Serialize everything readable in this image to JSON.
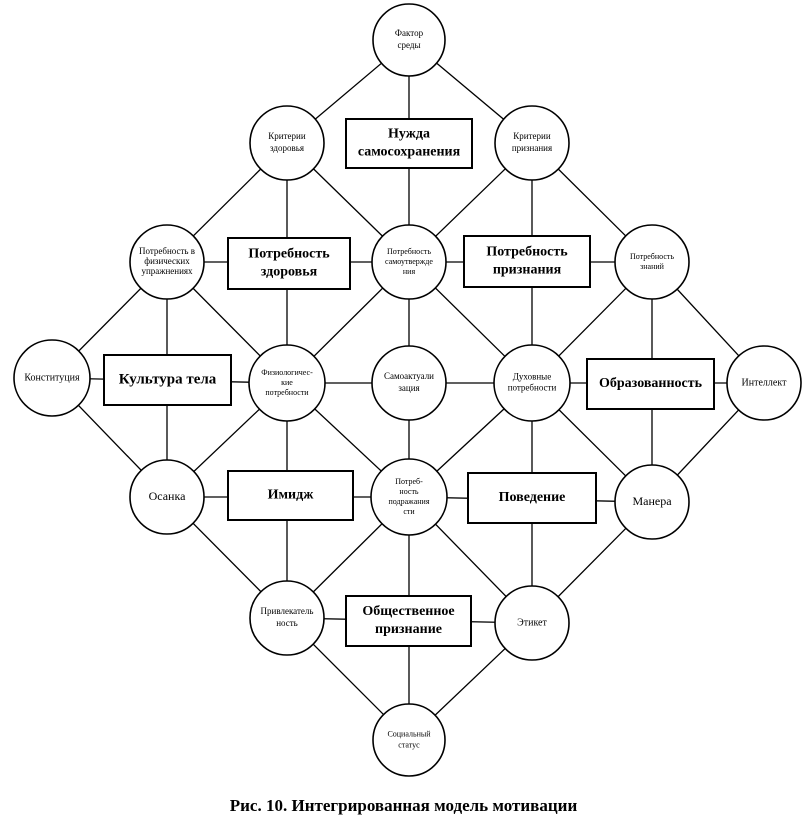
{
  "diagram": {
    "circles": [
      {
        "id": "factor",
        "lines": [
          "Фактор",
          "среды"
        ]
      },
      {
        "id": "health-criteria",
        "lines": [
          "Критерии",
          "здоровья"
        ]
      },
      {
        "id": "recognition-criteria",
        "lines": [
          "Критерии",
          "признания"
        ]
      },
      {
        "id": "exercise-need",
        "lines": [
          "Потребность в",
          "физических",
          "упражнениях"
        ]
      },
      {
        "id": "self-affirmation",
        "lines": [
          "Потребность",
          "самоутвержде",
          "ния"
        ]
      },
      {
        "id": "knowledge-need",
        "lines": [
          "Потребность",
          "знаний"
        ]
      },
      {
        "id": "constitution",
        "lines": [
          "Конституция"
        ]
      },
      {
        "id": "physiological",
        "lines": [
          "Физиологичес-",
          "кие",
          "потребности"
        ]
      },
      {
        "id": "self-actualization",
        "lines": [
          "Самоактуали",
          "зация"
        ]
      },
      {
        "id": "spiritual",
        "lines": [
          "Духовные",
          "потребности"
        ]
      },
      {
        "id": "intellect",
        "lines": [
          "Интеллект"
        ]
      },
      {
        "id": "posture",
        "lines": [
          "Осанка"
        ]
      },
      {
        "id": "imitation",
        "lines": [
          "Потреб-",
          "ность",
          "подражания",
          "сти"
        ]
      },
      {
        "id": "manner",
        "lines": [
          "Манера"
        ]
      },
      {
        "id": "attractiveness",
        "lines": [
          "Привлекатель",
          "ность"
        ]
      },
      {
        "id": "etiquette",
        "lines": [
          "Этикет"
        ]
      },
      {
        "id": "social-status",
        "lines": [
          "Социальный",
          "статус"
        ]
      }
    ],
    "boxes": [
      {
        "id": "self-preservation",
        "lines": [
          "Нужда",
          "самосохранения"
        ]
      },
      {
        "id": "health-need",
        "lines": [
          "Потребность",
          "здоровья"
        ]
      },
      {
        "id": "recognition-need",
        "lines": [
          "Потребность",
          "признания"
        ]
      },
      {
        "id": "body-culture",
        "lines": [
          "Культура тела"
        ]
      },
      {
        "id": "education",
        "lines": [
          "Образованность"
        ]
      },
      {
        "id": "image",
        "lines": [
          "Имидж"
        ]
      },
      {
        "id": "behavior",
        "lines": [
          "Поведение"
        ]
      },
      {
        "id": "public-recognition",
        "lines": [
          "Общественное",
          "признание"
        ]
      }
    ],
    "connections": [
      [
        "factor",
        "health-criteria"
      ],
      [
        "factor",
        "recognition-criteria"
      ],
      [
        "factor",
        "self-affirmation"
      ],
      [
        "health-criteria",
        "exercise-need"
      ],
      [
        "health-criteria",
        "self-affirmation"
      ],
      [
        "health-criteria",
        "physiological"
      ],
      [
        "recognition-criteria",
        "knowledge-need"
      ],
      [
        "recognition-criteria",
        "self-affirmation"
      ],
      [
        "recognition-criteria",
        "spiritual"
      ],
      [
        "exercise-need",
        "constitution"
      ],
      [
        "exercise-need",
        "physiological"
      ],
      [
        "exercise-need",
        "posture"
      ],
      [
        "exercise-need",
        "self-affirmation"
      ],
      [
        "knowledge-need",
        "intellect"
      ],
      [
        "knowledge-need",
        "spiritual"
      ],
      [
        "knowledge-need",
        "manner"
      ],
      [
        "knowledge-need",
        "self-affirmation"
      ],
      [
        "self-affirmation",
        "physiological"
      ],
      [
        "self-affirmation",
        "spiritual"
      ],
      [
        "self-affirmation",
        "self-actualization"
      ],
      [
        "constitution",
        "physiological"
      ],
      [
        "constitution",
        "posture"
      ],
      [
        "intellect",
        "spiritual"
      ],
      [
        "intellect",
        "manner"
      ],
      [
        "physiological",
        "self-actualization"
      ],
      [
        "self-actualization",
        "spiritual"
      ],
      [
        "physiological",
        "posture"
      ],
      [
        "physiological",
        "imitation"
      ],
      [
        "physiological",
        "attractiveness"
      ],
      [
        "spiritual",
        "imitation"
      ],
      [
        "spiritual",
        "manner"
      ],
      [
        "spiritual",
        "etiquette"
      ],
      [
        "self-actualization",
        "imitation"
      ],
      [
        "posture",
        "imitation"
      ],
      [
        "posture",
        "attractiveness"
      ],
      [
        "imitation",
        "manner"
      ],
      [
        "imitation",
        "attractiveness"
      ],
      [
        "imitation",
        "etiquette"
      ],
      [
        "imitation",
        "social-status"
      ],
      [
        "manner",
        "etiquette"
      ],
      [
        "attractiveness",
        "etiquette"
      ],
      [
        "attractiveness",
        "social-status"
      ],
      [
        "etiquette",
        "social-status"
      ]
    ]
  },
  "caption": "Рис. 10. Интегрированная модель мотивации"
}
